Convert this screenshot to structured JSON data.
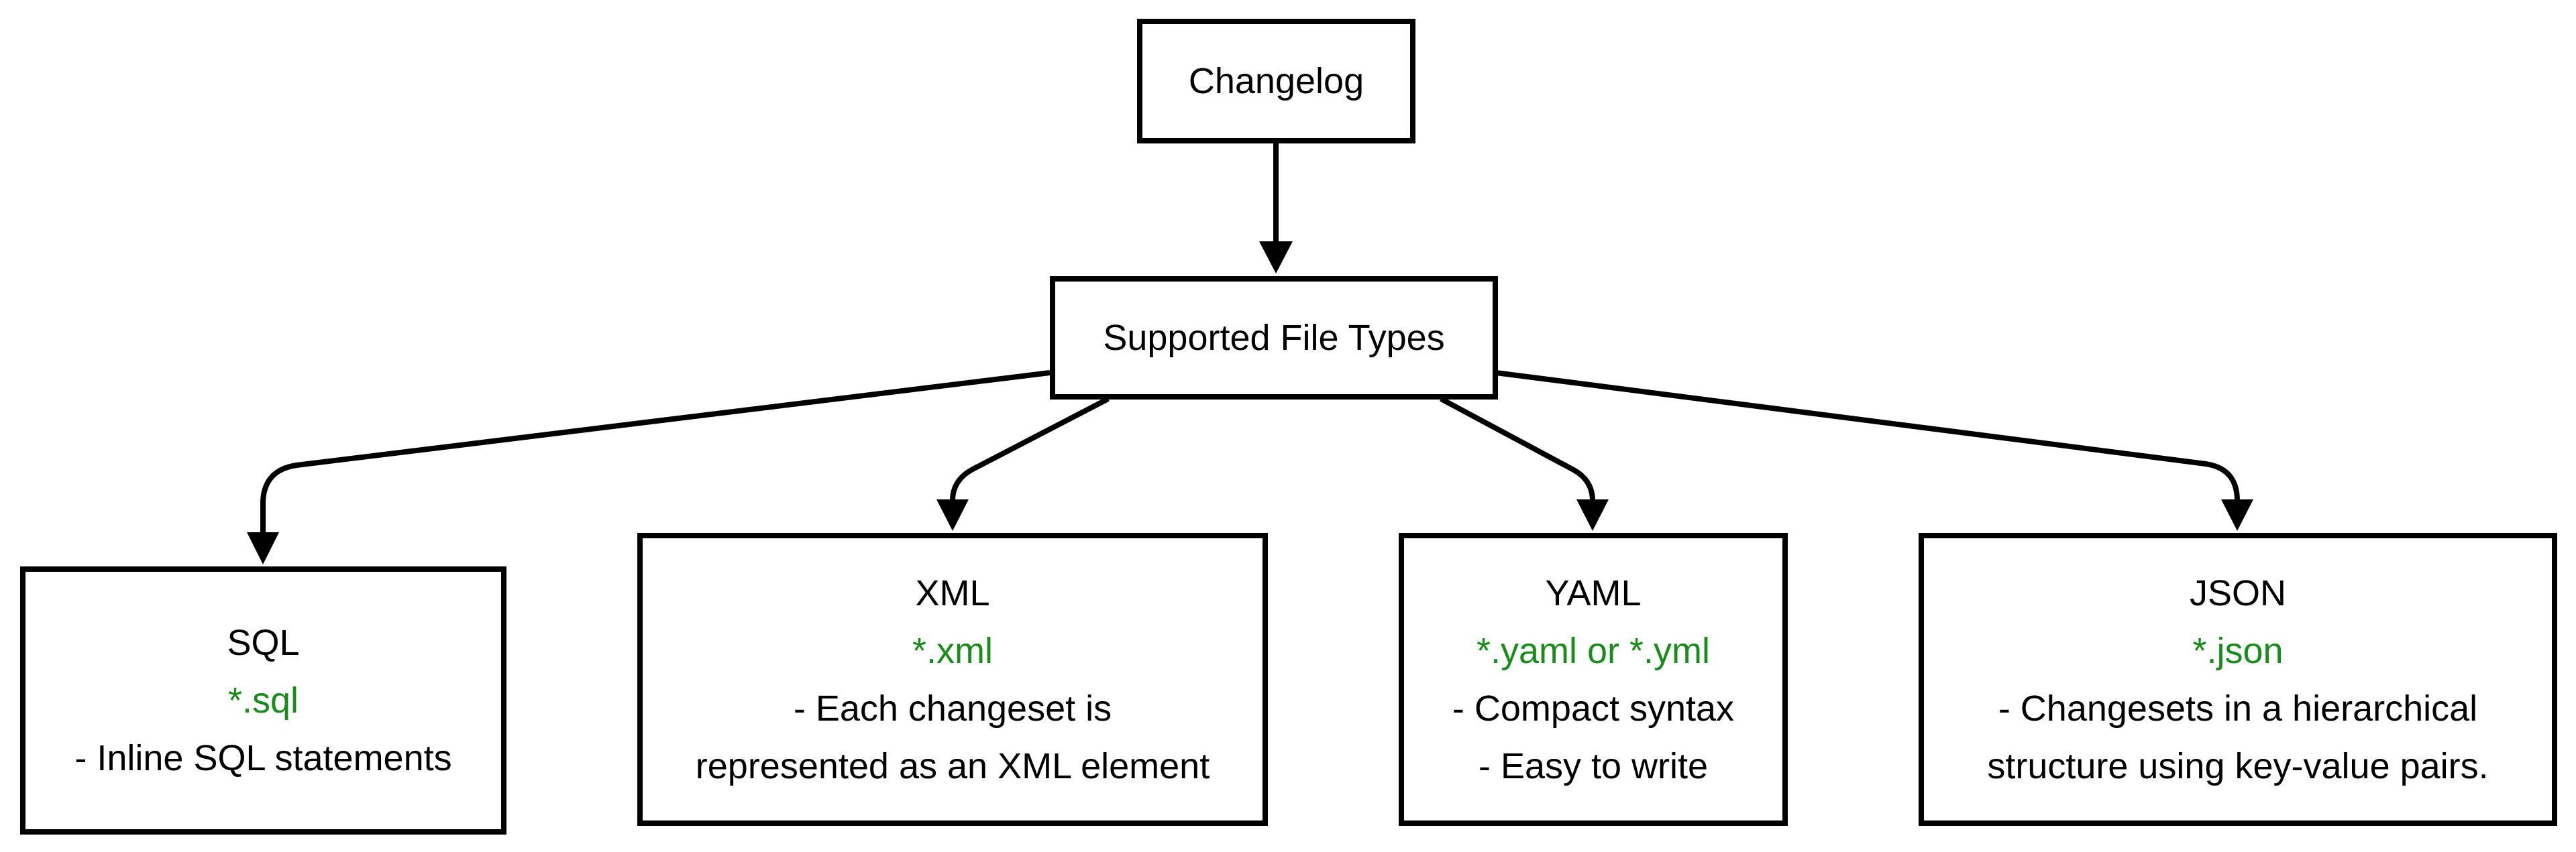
{
  "diagram": {
    "root": {
      "label": "Changelog"
    },
    "hub": {
      "label": "Supported File Types"
    },
    "nodes": [
      {
        "id": "sql",
        "title": "SQL",
        "ext": "*.sql",
        "desc": [
          "- Inline SQL statements"
        ]
      },
      {
        "id": "xml",
        "title": "XML",
        "ext": "*.xml",
        "desc": [
          "- Each changeset is",
          "represented as an XML element"
        ]
      },
      {
        "id": "yaml",
        "title": "YAML",
        "ext": "*.yaml or *.yml",
        "desc": [
          "- Compact syntax",
          "- Easy to write"
        ]
      },
      {
        "id": "json",
        "title": "JSON",
        "ext": "*.json",
        "desc": [
          "- Changesets in a hierarchical",
          "structure using key-value pairs."
        ]
      }
    ],
    "colors": {
      "line": "#000000",
      "box_border": "#000000",
      "box_fill": "#ffffff",
      "text": "#000000",
      "extension_green": "#198C19"
    }
  }
}
